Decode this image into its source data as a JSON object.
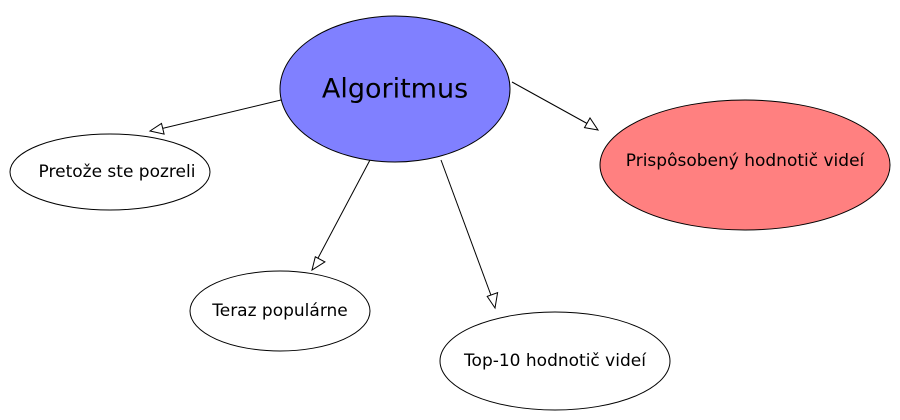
{
  "diagram": {
    "central_node": {
      "label": "Algoritmus",
      "color": "#8080ff"
    },
    "nodes": [
      {
        "id": "because-you-watched",
        "label": "Pretože ste pozreli",
        "color": "#ffffff"
      },
      {
        "id": "trending-now",
        "label": "Teraz populárne",
        "color": "#ffffff"
      },
      {
        "id": "top-10-video-rater",
        "label": "Top-10 hodnotič videí",
        "color": "#ffffff"
      },
      {
        "id": "personalized-video-rater",
        "label": "Prispôsobený hodnotič videí",
        "color": "#ff8080"
      }
    ],
    "edges": [
      {
        "from": "Algoritmus",
        "to": "Pretože ste pozreli"
      },
      {
        "from": "Algoritmus",
        "to": "Teraz populárne"
      },
      {
        "from": "Algoritmus",
        "to": "Top-10 hodnotič videí"
      },
      {
        "from": "Algoritmus",
        "to": "Prispôsobený hodnotič videí"
      }
    ]
  }
}
